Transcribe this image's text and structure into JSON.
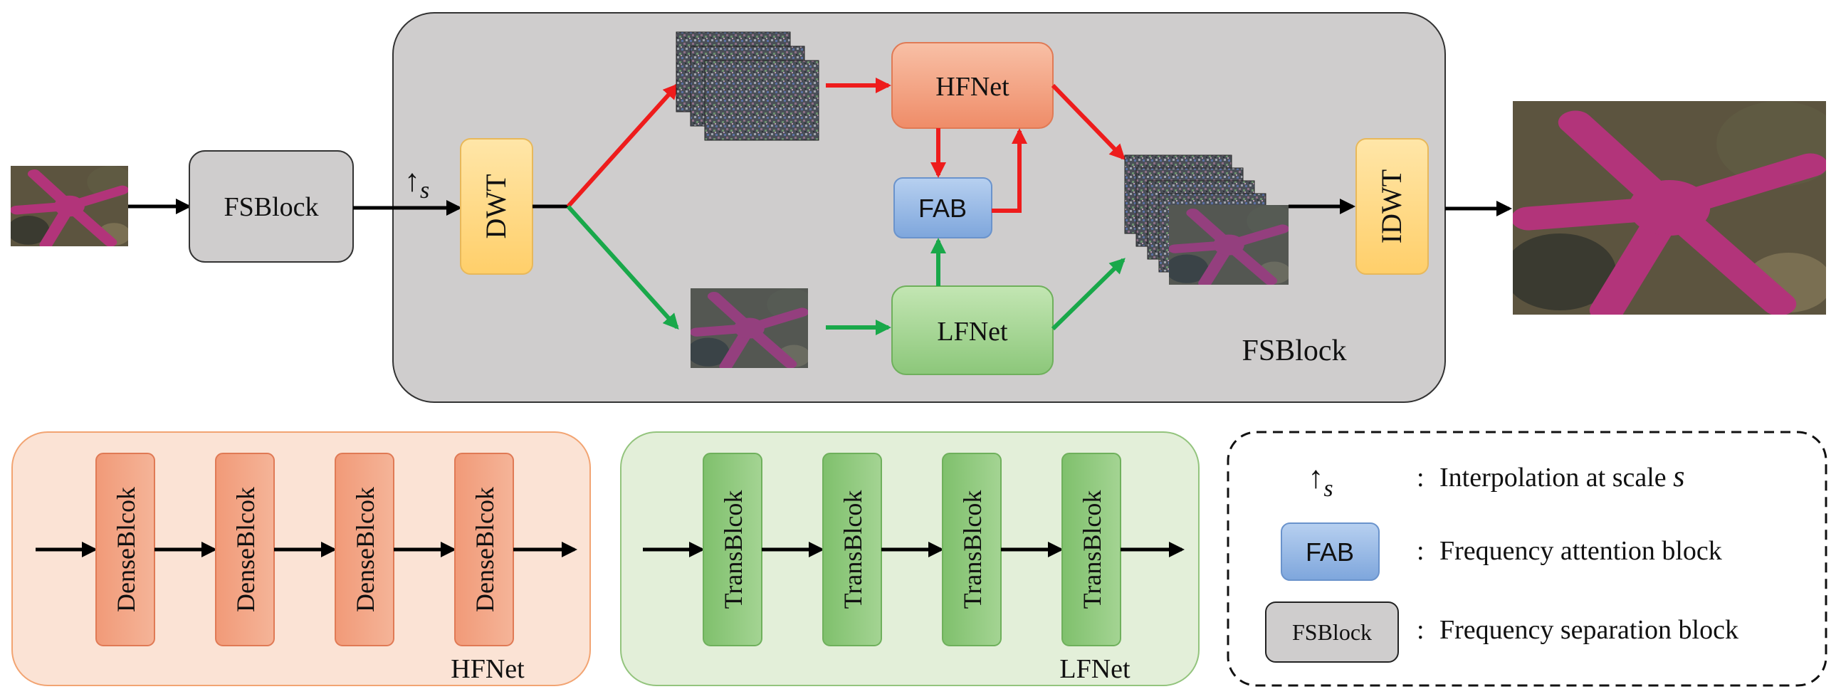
{
  "top": {
    "fsblock_left_label": "FSBlock",
    "upsample_symbol": "↑",
    "upsample_sub": "s",
    "dwt_label": "DWT",
    "hfnet_label": "HFNet",
    "fab_label": "FAB",
    "lfnet_label": "LFNet",
    "idwt_label": "IDWT",
    "fsblock_container_label": "FSBlock"
  },
  "hfnet_panel": {
    "blocks": [
      "DenseBlcok",
      "DenseBlcok",
      "DenseBlcok",
      "DenseBlcok"
    ],
    "caption": "HFNet"
  },
  "lfnet_panel": {
    "blocks": [
      "TransBlcok",
      "TransBlcok",
      "TransBlcok",
      "TransBlcok"
    ],
    "caption": "LFNet"
  },
  "legend": {
    "items": [
      {
        "symbol": "↑",
        "symbol_sub": "s",
        "desc": "Interpolation at scale",
        "desc_var": "s"
      },
      {
        "symbol": "FAB",
        "desc": "Frequency attention block"
      },
      {
        "symbol": "FSBlock",
        "desc": "Frequency separation block"
      }
    ],
    "separator": ":"
  },
  "colors": {
    "high_freq": "#ee1c1c",
    "low_freq": "#19a84a",
    "hfnet_fill": "#f4a68a",
    "fab_fill": "#8fb4e3",
    "lfnet_fill": "#9fd18f",
    "dwt_fill": "#ffd98a",
    "container_fill": "#cfcdcd"
  }
}
